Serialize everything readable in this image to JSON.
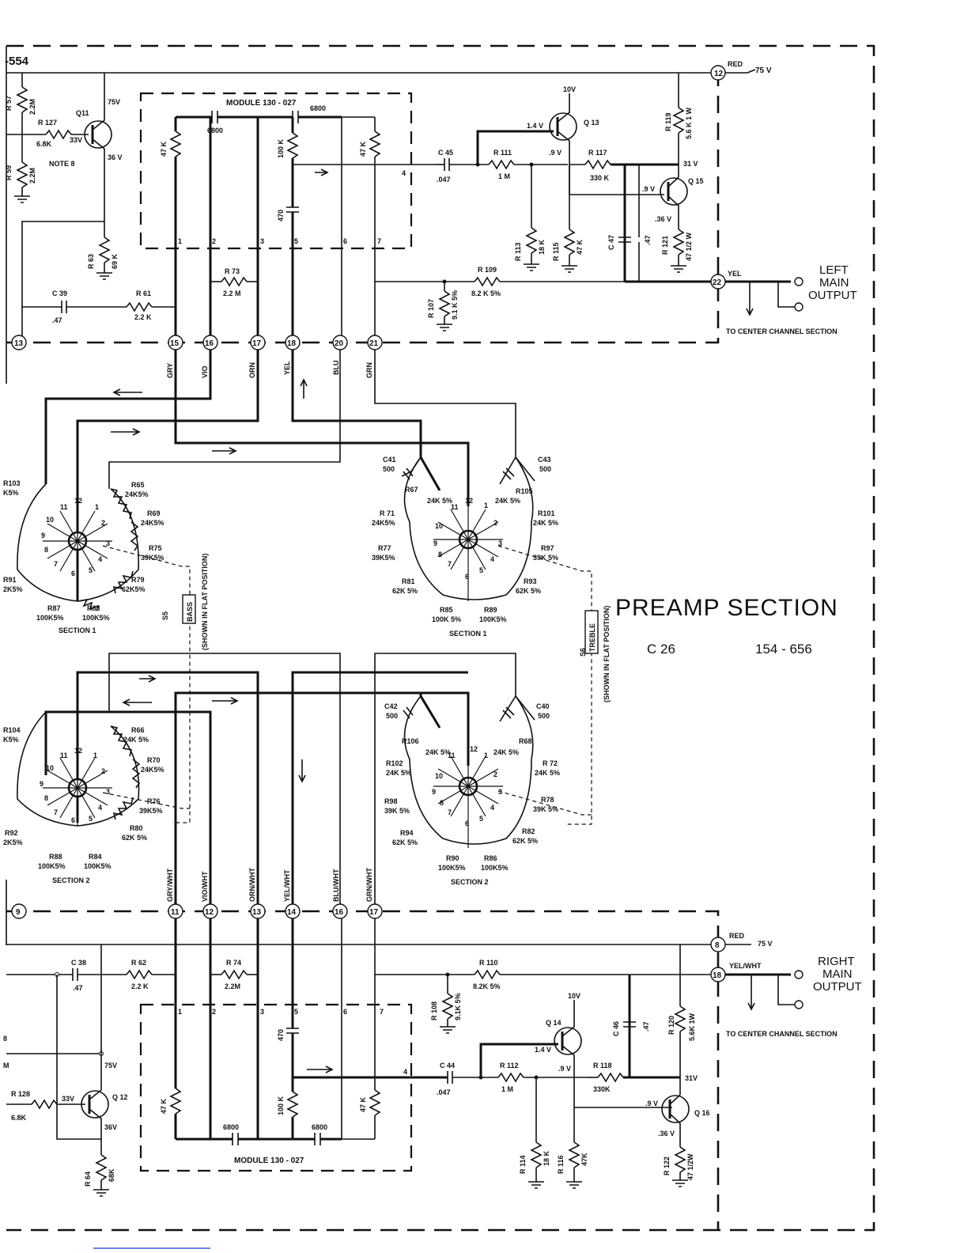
{
  "doc": {
    "title": "PREAMP SECTION",
    "chassis": "C 26",
    "part_number": "154 - 656",
    "corner_label": "-554",
    "note": "NOTE 8"
  },
  "left_channel": {
    "output_label": [
      "LEFT",
      "MAIN",
      "OUTPUT"
    ],
    "to_center": "TO CENTER CHANNEL SECTION",
    "supply_terminal": "12",
    "supply_color": "RED",
    "supply_voltage": "75 V",
    "output_terminal": "22",
    "output_color": "YEL",
    "module_label": "MODULE 130 - 027",
    "bus_terminals": [
      "13",
      "15",
      "16",
      "17",
      "18",
      "20",
      "21"
    ],
    "wire_colors": [
      "GRY",
      "VIO",
      "ORN",
      "YEL",
      "BLU",
      "GRN"
    ],
    "components": {
      "R57": "R 57",
      "R57v": "2.2M",
      "R127": "R 127",
      "R127v": "6.8K",
      "Q11": "Q11",
      "q11_base": "33V",
      "q11_c": "75V",
      "q11_e": "36 V",
      "R59": "R 59",
      "R59v": "2.2M",
      "R63": "R 63",
      "R63v": "69 K",
      "C39": "C 39",
      "C39v": ".47",
      "R61": "R 61",
      "R61v": "2.2 K",
      "R73": "R 73",
      "R73v": "2.2 M",
      "m47k_a": "47 K",
      "c6800_a": "6800",
      "r100k": "100 K",
      "c6800_b": "6800",
      "m47k_b": "47 K",
      "c470": "470",
      "C45": "C 45",
      "C45v": ".047",
      "R111": "R 111",
      "R111v": "1 M",
      "Q13": "Q 13",
      "q13_c": "10V",
      "q13_b": "1.4 V",
      "q13_e": ".9 V",
      "R117": "R 117",
      "R117v": "330 K",
      "R113": "R 113",
      "R113v": "18 K",
      "R115": "R 115",
      "R115v": "47 K",
      "C47": "C 47",
      "C47v": ".47",
      "R119": "R 119",
      "R119v": "5.6 K 1 W",
      "Q15": "Q 15",
      "q15_c": "31 V",
      "q15_b": ".9 V",
      "q15_e": ".36 V",
      "R121": "R 121",
      "R121v": "47 1/2 W",
      "R109": "R 109",
      "R109v": "8.2 K 5%",
      "R107": "R 107",
      "R107v": "9.1 K 5%"
    }
  },
  "right_channel": {
    "output_label": [
      "RIGHT",
      "MAIN",
      "OUTPUT"
    ],
    "to_center": "TO CENTER CHANNEL SECTION",
    "supply_terminal": "8",
    "supply_color": "RED",
    "supply_voltage": "75 V",
    "output_terminal": "18",
    "output_color": "YEL/WHT",
    "module_label": "MODULE 130 - 027",
    "bus_terminals": [
      "9",
      "11",
      "12",
      "13",
      "14",
      "16",
      "17"
    ],
    "wire_colors": [
      "GRY/WHT",
      "VIO/WHT",
      "ORN/WHT",
      "YEL/WHT",
      "BLU/WHT",
      "GRN/WHT"
    ],
    "components": {
      "C38": "C 38",
      "C38v": ".47",
      "R62": "R 62",
      "R62v": "2.2 K",
      "R74": "R 74",
      "R74v": "2.2M",
      "R128": "R 128",
      "R128v": "6.8K",
      "Q12": "Q 12",
      "q12_base": "33V",
      "q12_c": "75V",
      "q12_e": "36V",
      "R64": "R 64",
      "R64v": "68K",
      "R110": "R 110",
      "R110v": "8.2K 5%",
      "R108": "R 108",
      "R108v": "9.1K 5%",
      "C44": "C 44",
      "C44v": ".047",
      "R112": "R 112",
      "R112v": "1 M",
      "Q14": "Q 14",
      "q14_c": "10V",
      "q14_b": "1.4 V",
      "q14_e": ".9 V",
      "R118": "R 118",
      "R118v": "330K",
      "C46": "C 46",
      "C46v": ".47",
      "R120": "R 120",
      "R120v": "5.6K 1W",
      "Q16": "Q 16",
      "q16_c": "31V",
      "q16_b": ".9 V",
      "q16_e": ".36 V",
      "R122": "R 122",
      "R122v": "47 1/2W",
      "R114": "R 114",
      "R114v": "18 K",
      "R116": "R 116",
      "R116v": "47K",
      "m47k_a": "47 K",
      "m47k_b": "47 K",
      "c6800_a": "6800",
      "c6800_b": "6800",
      "r100k": "100 K",
      "c470": "470",
      "r8": "8",
      "rM": "M"
    }
  },
  "switches": {
    "bass": "BASS",
    "bass_ref": "S5",
    "bass_pos": "(SHOWN IN FLAT POSITION)",
    "treble": "TREBLE",
    "treble_ref": "S6",
    "treble_pos": "(SHOWN IN FLAT POSITION)",
    "section1": "SECTION 1",
    "section2": "SECTION 2",
    "bass_s1": {
      "R103": "R103",
      "R103v": "K5%",
      "R65": "R65",
      "R65v": "24K5%",
      "R69": "R69",
      "R69v": "24K5%",
      "R75": "R75",
      "R75v": "39K5%",
      "R79": "R79",
      "R79v": "62K5%",
      "R83": "R83",
      "R83v": "100K5%",
      "R87": "R87",
      "R87v": "100K5%",
      "R91": "R91",
      "R91v": "2K5%",
      "k5": "K5%"
    },
    "bass_s2": {
      "R104": "R104",
      "R104v": "K5%",
      "R66": "R66",
      "R66v": "24K 5%",
      "R70": "R70",
      "R70v": "24K5%",
      "R76": "R76",
      "R76v": "39K5%",
      "R80": "R80",
      "R80v": "62K 5%",
      "R84": "R84",
      "R84v": "100K5%",
      "R88": "R88",
      "R88v": "100K5%",
      "R92": "R92",
      "R92v": "2K5%"
    },
    "treble_s1": {
      "C41": "C41",
      "C41v": "500",
      "C43": "C43",
      "C43v": "500",
      "R67": "R67",
      "R67v": "24K 5%",
      "R105": "R105",
      "R105v": "24K 5%",
      "R71": "R 71",
      "R71v": "24K5%",
      "R101": "R101",
      "R101v": "24K 5%",
      "R77": "R77",
      "R77v": "39K5%",
      "R97": "R97",
      "R97v": "39K 5%",
      "R81": "R81",
      "R81v": "62K 5%",
      "R93": "R93",
      "R93v": "62K 5%",
      "R85": "R85",
      "R85v": "100K 5%",
      "R89": "R89",
      "R89v": "100K5%"
    },
    "treble_s2": {
      "C42": "C42",
      "C42v": "500",
      "C40": "C40",
      "C40v": "500",
      "R106": "R106",
      "R106v": "24K 5%",
      "R68": "R68",
      "R68v": "24K 5%",
      "R102": "R102",
      "R102v": "24K 5%",
      "R72": "R 72",
      "R72v": "24K 5%",
      "R98": "R98",
      "R98v": "39K 5%",
      "R78": "R78",
      "R78v": "39K 5%",
      "R94": "R94",
      "R94v": "62K 5%",
      "R82": "R82",
      "R82v": "62K 5%",
      "R90": "R90",
      "R90v": "100K5%",
      "R86": "R86",
      "R86v": "100K5%"
    }
  },
  "colors": {
    "ink": "#111111",
    "paper": "#ffffff",
    "accent_line": "#3b5bdb"
  }
}
